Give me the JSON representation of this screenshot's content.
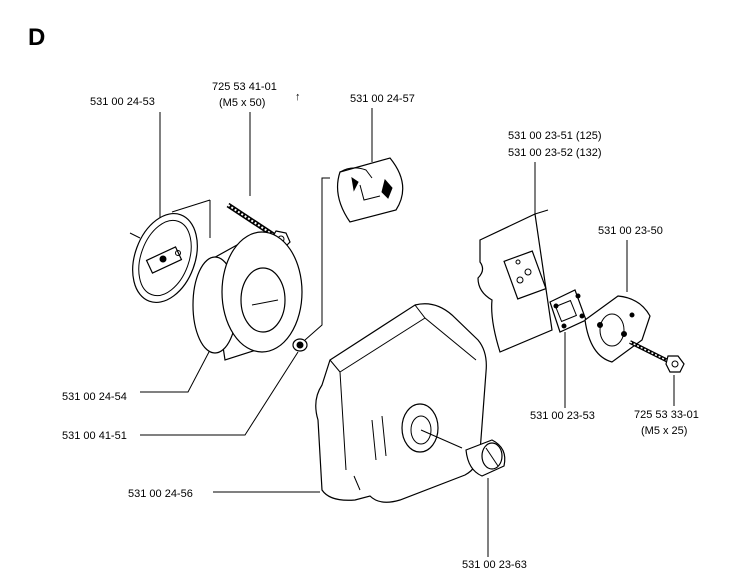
{
  "section_letter": "D",
  "parts": {
    "p1": {
      "number": "531 00 24-53"
    },
    "p2": {
      "number": "725 53 41-01",
      "size": "(M5 x 50)",
      "marker": "↑"
    },
    "p3": {
      "number": "531 00 24-57"
    },
    "p4": {
      "number": "531 00 23-51 (125)"
    },
    "p5": {
      "number": "531 00 23-52 (132)"
    },
    "p6": {
      "number": "531 00 23-50"
    },
    "p7": {
      "number": "531 00 24-54"
    },
    "p8": {
      "number": "531 00 41-51"
    },
    "p9": {
      "number": "531 00 23-53"
    },
    "p10": {
      "number": "725 53 33-01",
      "size": "(M5 x 25)"
    },
    "p11": {
      "number": "531 00 24-56"
    },
    "p12": {
      "number": "531 00 23-63"
    }
  }
}
